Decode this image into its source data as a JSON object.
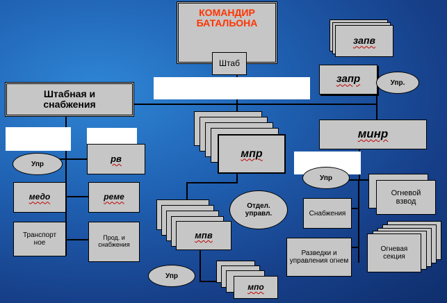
{
  "nodes": {
    "commander": "КОМАНДИР БАТАЛЬОНА",
    "shtab": "Штаб",
    "shtabnaya": "Штабная и снабжения",
    "zapv": "запв",
    "zapr": "запр",
    "upr_zapr": "Упр.",
    "minr": "минр",
    "upr_minr": "Упр",
    "snabzheniya": "Снабжения",
    "razvedki": "Разведки и управления огнем",
    "ognevoy_vzvod": "Огневой взвод",
    "ognevaya_sekciya": "Огневая секция",
    "mpr": "мпр",
    "otdel_uprav": "Отдел. управл.",
    "mpv": "мпв",
    "upr_mpv": "Упр",
    "mpo": "мпо",
    "upr_left": "Упр",
    "rv": "рв",
    "medo": "медо",
    "reme": "реме",
    "transportnoe": "Транспорт ное",
    "prod_snabzheniya": "Прод. и снабжения"
  },
  "colors": {
    "box_fill": "#c6c6c6",
    "commander_text": "#ff3300",
    "background_center": "#2f86d6",
    "background_edge": "#0f2e6c"
  }
}
